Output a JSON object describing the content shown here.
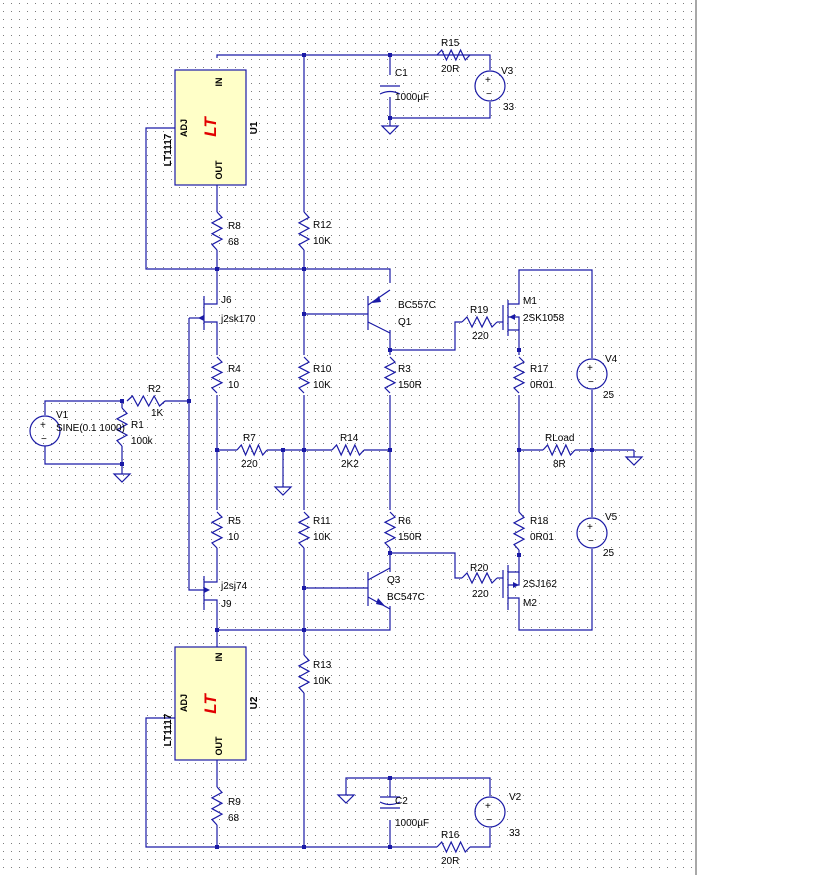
{
  "regulators": [
    {
      "ref": "U1",
      "part": "LT1117",
      "pins": {
        "in": "IN",
        "out": "OUT",
        "adj": "ADJ"
      },
      "logo": "LT"
    },
    {
      "ref": "U2",
      "part": "LT1117",
      "pins": {
        "in": "IN",
        "out": "OUT",
        "adj": "ADJ"
      },
      "logo": "LT"
    }
  ],
  "resistors": {
    "R1": {
      "ref": "R1",
      "value": "100k"
    },
    "R2": {
      "ref": "R2",
      "value": "1K"
    },
    "R3": {
      "ref": "R3",
      "value": "150R"
    },
    "R4": {
      "ref": "R4",
      "value": "10"
    },
    "R5": {
      "ref": "R5",
      "value": "10"
    },
    "R6": {
      "ref": "R6",
      "value": "150R"
    },
    "R7": {
      "ref": "R7",
      "value": "220"
    },
    "R8": {
      "ref": "R8",
      "value": "68"
    },
    "R9": {
      "ref": "R9",
      "value": "68"
    },
    "R10": {
      "ref": "R10",
      "value": "10K"
    },
    "R11": {
      "ref": "R11",
      "value": "10K"
    },
    "R12": {
      "ref": "R12",
      "value": "10K"
    },
    "R13": {
      "ref": "R13",
      "value": "10K"
    },
    "R14": {
      "ref": "R14",
      "value": "2K2"
    },
    "R15": {
      "ref": "R15",
      "value": "20R"
    },
    "R16": {
      "ref": "R16",
      "value": "20R"
    },
    "R17": {
      "ref": "R17",
      "value": "0R01"
    },
    "R18": {
      "ref": "R18",
      "value": "0R01"
    },
    "R19": {
      "ref": "R19",
      "value": "220"
    },
    "R20": {
      "ref": "R20",
      "value": "220"
    },
    "RLoad": {
      "ref": "RLoad",
      "value": "8R"
    }
  },
  "capacitors": {
    "C1": {
      "ref": "C1",
      "value": "1000µF"
    },
    "C2": {
      "ref": "C2",
      "value": "1000µF"
    }
  },
  "sources": {
    "V1": {
      "ref": "V1",
      "value": "SINE(0.1 1000)"
    },
    "V2": {
      "ref": "V2",
      "value": "33"
    },
    "V3": {
      "ref": "V3",
      "value": "33"
    },
    "V4": {
      "ref": "V4",
      "value": "25"
    },
    "V5": {
      "ref": "V5",
      "value": "25"
    }
  },
  "transistors": {
    "Q1": {
      "ref": "Q1",
      "model": "BC557C"
    },
    "Q3": {
      "ref": "Q3",
      "model": "BC547C"
    },
    "J6": {
      "ref": "J6",
      "model": "j2sk170"
    },
    "J9": {
      "ref": "J9",
      "model": "j2sj74"
    },
    "M1": {
      "ref": "M1",
      "model": "2SK1058"
    },
    "M2": {
      "ref": "M2",
      "model": "2SJ162"
    }
  },
  "colors": {
    "wire": "#1a1aa6",
    "ic_fill": "#ffffc8",
    "logo": "#e10000",
    "grid_dot": "#7c7c7c",
    "background": "#ffffff"
  }
}
